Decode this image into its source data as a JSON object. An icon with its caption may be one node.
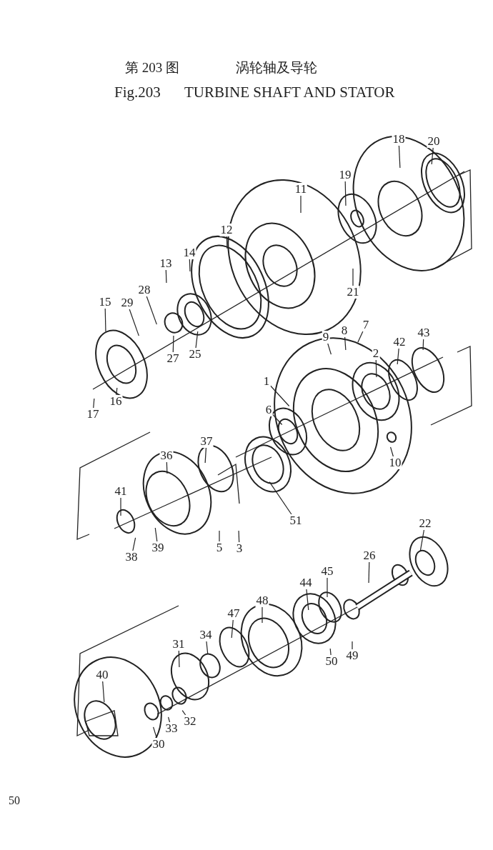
{
  "diagram": {
    "nodes": [
      {
        "text": [
          "18"
        ]
      },
      {
        "text": [
          "20"
        ]
      },
      {
        "text": [
          "19"
        ]
      },
      {
        "text": [
          "11"
        ]
      },
      {
        "text": [
          "12"
        ]
      },
      {
        "text": [
          "13"
        ]
      },
      {
        "text": [
          "14"
        ]
      },
      {
        "text": [
          "28"
        ]
      },
      {
        "text": [
          "15"
        ]
      },
      {
        "text": [
          "29"
        ]
      },
      {
        "text": [
          "27"
        ]
      },
      {
        "text": [
          "25"
        ]
      },
      {
        "text": [
          "21"
        ]
      },
      {
        "text": [
          "9"
        ]
      },
      {
        "text": [
          "8"
        ]
      },
      {
        "text": [
          "7"
        ]
      },
      {
        "text": [
          "2"
        ]
      },
      {
        "text": [
          "42"
        ]
      },
      {
        "text": [
          "43"
        ]
      },
      {
        "text": [
          "1"
        ]
      },
      {
        "text": [
          "6"
        ]
      },
      {
        "text": [
          "17"
        ]
      },
      {
        "text": [
          "16"
        ]
      },
      {
        "text": [
          "10"
        ]
      },
      {
        "text": [
          "37"
        ]
      },
      {
        "text": [
          "36"
        ]
      },
      {
        "text": [
          "41"
        ]
      },
      {
        "text": [
          "38"
        ]
      },
      {
        "text": [
          "39"
        ]
      },
      {
        "text": [
          "5"
        ]
      },
      {
        "text": [
          "3"
        ]
      },
      {
        "text": [
          "51"
        ]
      },
      {
        "text": [
          "22"
        ]
      },
      {
        "text": [
          "26"
        ]
      },
      {
        "text": [
          "45"
        ]
      },
      {
        "text": [
          "44"
        ]
      },
      {
        "text": [
          "48"
        ]
      },
      {
        "text": [
          "47"
        ]
      },
      {
        "text": [
          "34"
        ]
      },
      {
        "text": [
          "31"
        ]
      },
      {
        "text": [
          "50"
        ]
      },
      {
        "text": [
          "49"
        ]
      },
      {
        "text": [
          "40"
        ]
      },
      {
        "text": [
          "30"
        ]
      },
      {
        "text": [
          "33"
        ]
      },
      {
        "text": [
          "32"
        ]
      }
    ],
    "edges": [
      {
        "from": 0,
        "to": null,
        "arrow": "none"
      },
      {
        "from": 1,
        "to": null,
        "arrow": "none"
      },
      {
        "from": 2,
        "to": null,
        "arrow": "none"
      },
      {
        "from": 3,
        "to": null,
        "arrow": "none"
      },
      {
        "from": 4,
        "to": null,
        "arrow": "none"
      },
      {
        "from": 5,
        "to": null,
        "arrow": "none"
      },
      {
        "from": 6,
        "to": null,
        "arrow": "none"
      },
      {
        "from": 7,
        "to": null,
        "arrow": "none"
      },
      {
        "from": 8,
        "to": null,
        "arrow": "none"
      },
      {
        "from": 9,
        "to": null,
        "arrow": "none"
      },
      {
        "from": 10,
        "to": null,
        "arrow": "none"
      },
      {
        "from": 11,
        "to": null,
        "arrow": "none"
      },
      {
        "from": 12,
        "to": null,
        "arrow": "none"
      },
      {
        "from": 13,
        "to": null,
        "arrow": "none"
      },
      {
        "from": 14,
        "to": null,
        "arrow": "none"
      },
      {
        "from": 15,
        "to": null,
        "arrow": "none"
      },
      {
        "from": 16,
        "to": null,
        "arrow": "none"
      },
      {
        "from": 17,
        "to": null,
        "arrow": "none"
      },
      {
        "from": 18,
        "to": null,
        "arrow": "none"
      },
      {
        "from": 19,
        "to": null,
        "arrow": "none"
      },
      {
        "from": 20,
        "to": null,
        "arrow": "none"
      },
      {
        "from": 21,
        "to": null,
        "arrow": "none"
      },
      {
        "from": 22,
        "to": null,
        "arrow": "none"
      },
      {
        "from": 23,
        "to": null,
        "arrow": "none"
      },
      {
        "from": 24,
        "to": null,
        "arrow": "none"
      },
      {
        "from": 25,
        "to": null,
        "arrow": "none"
      },
      {
        "from": 26,
        "to": null,
        "arrow": "none"
      },
      {
        "from": 27,
        "to": null,
        "arrow": "none"
      },
      {
        "from": 28,
        "to": null,
        "arrow": "none"
      },
      {
        "from": 29,
        "to": null,
        "arrow": "none"
      },
      {
        "from": 30,
        "to": null,
        "arrow": "none"
      },
      {
        "from": 31,
        "to": null,
        "arrow": "none"
      },
      {
        "from": 32,
        "to": null,
        "arrow": "none"
      },
      {
        "from": 33,
        "to": null,
        "arrow": "none"
      },
      {
        "from": 34,
        "to": null,
        "arrow": "none"
      },
      {
        "from": 35,
        "to": null,
        "arrow": "none"
      },
      {
        "from": 36,
        "to": null,
        "arrow": "none"
      },
      {
        "from": 37,
        "to": null,
        "arrow": "none"
      },
      {
        "from": 38,
        "to": null,
        "arrow": "none"
      },
      {
        "from": 39,
        "to": null,
        "arrow": "none"
      },
      {
        "from": 40,
        "to": null,
        "arrow": "none"
      },
      {
        "from": 41,
        "to": null,
        "arrow": "none"
      },
      {
        "from": 42,
        "to": null,
        "arrow": "none"
      },
      {
        "from": 43,
        "to": null,
        "arrow": "none"
      },
      {
        "from": 44,
        "to": null,
        "arrow": "none"
      },
      {
        "from": 45,
        "to": null,
        "arrow": "none"
      }
    ],
    "labels": [
      "第 203 图",
      "涡轮轴及导轮",
      "Fig.203",
      "TURBINE SHAFT AND STATOR",
      "50"
    ]
  }
}
